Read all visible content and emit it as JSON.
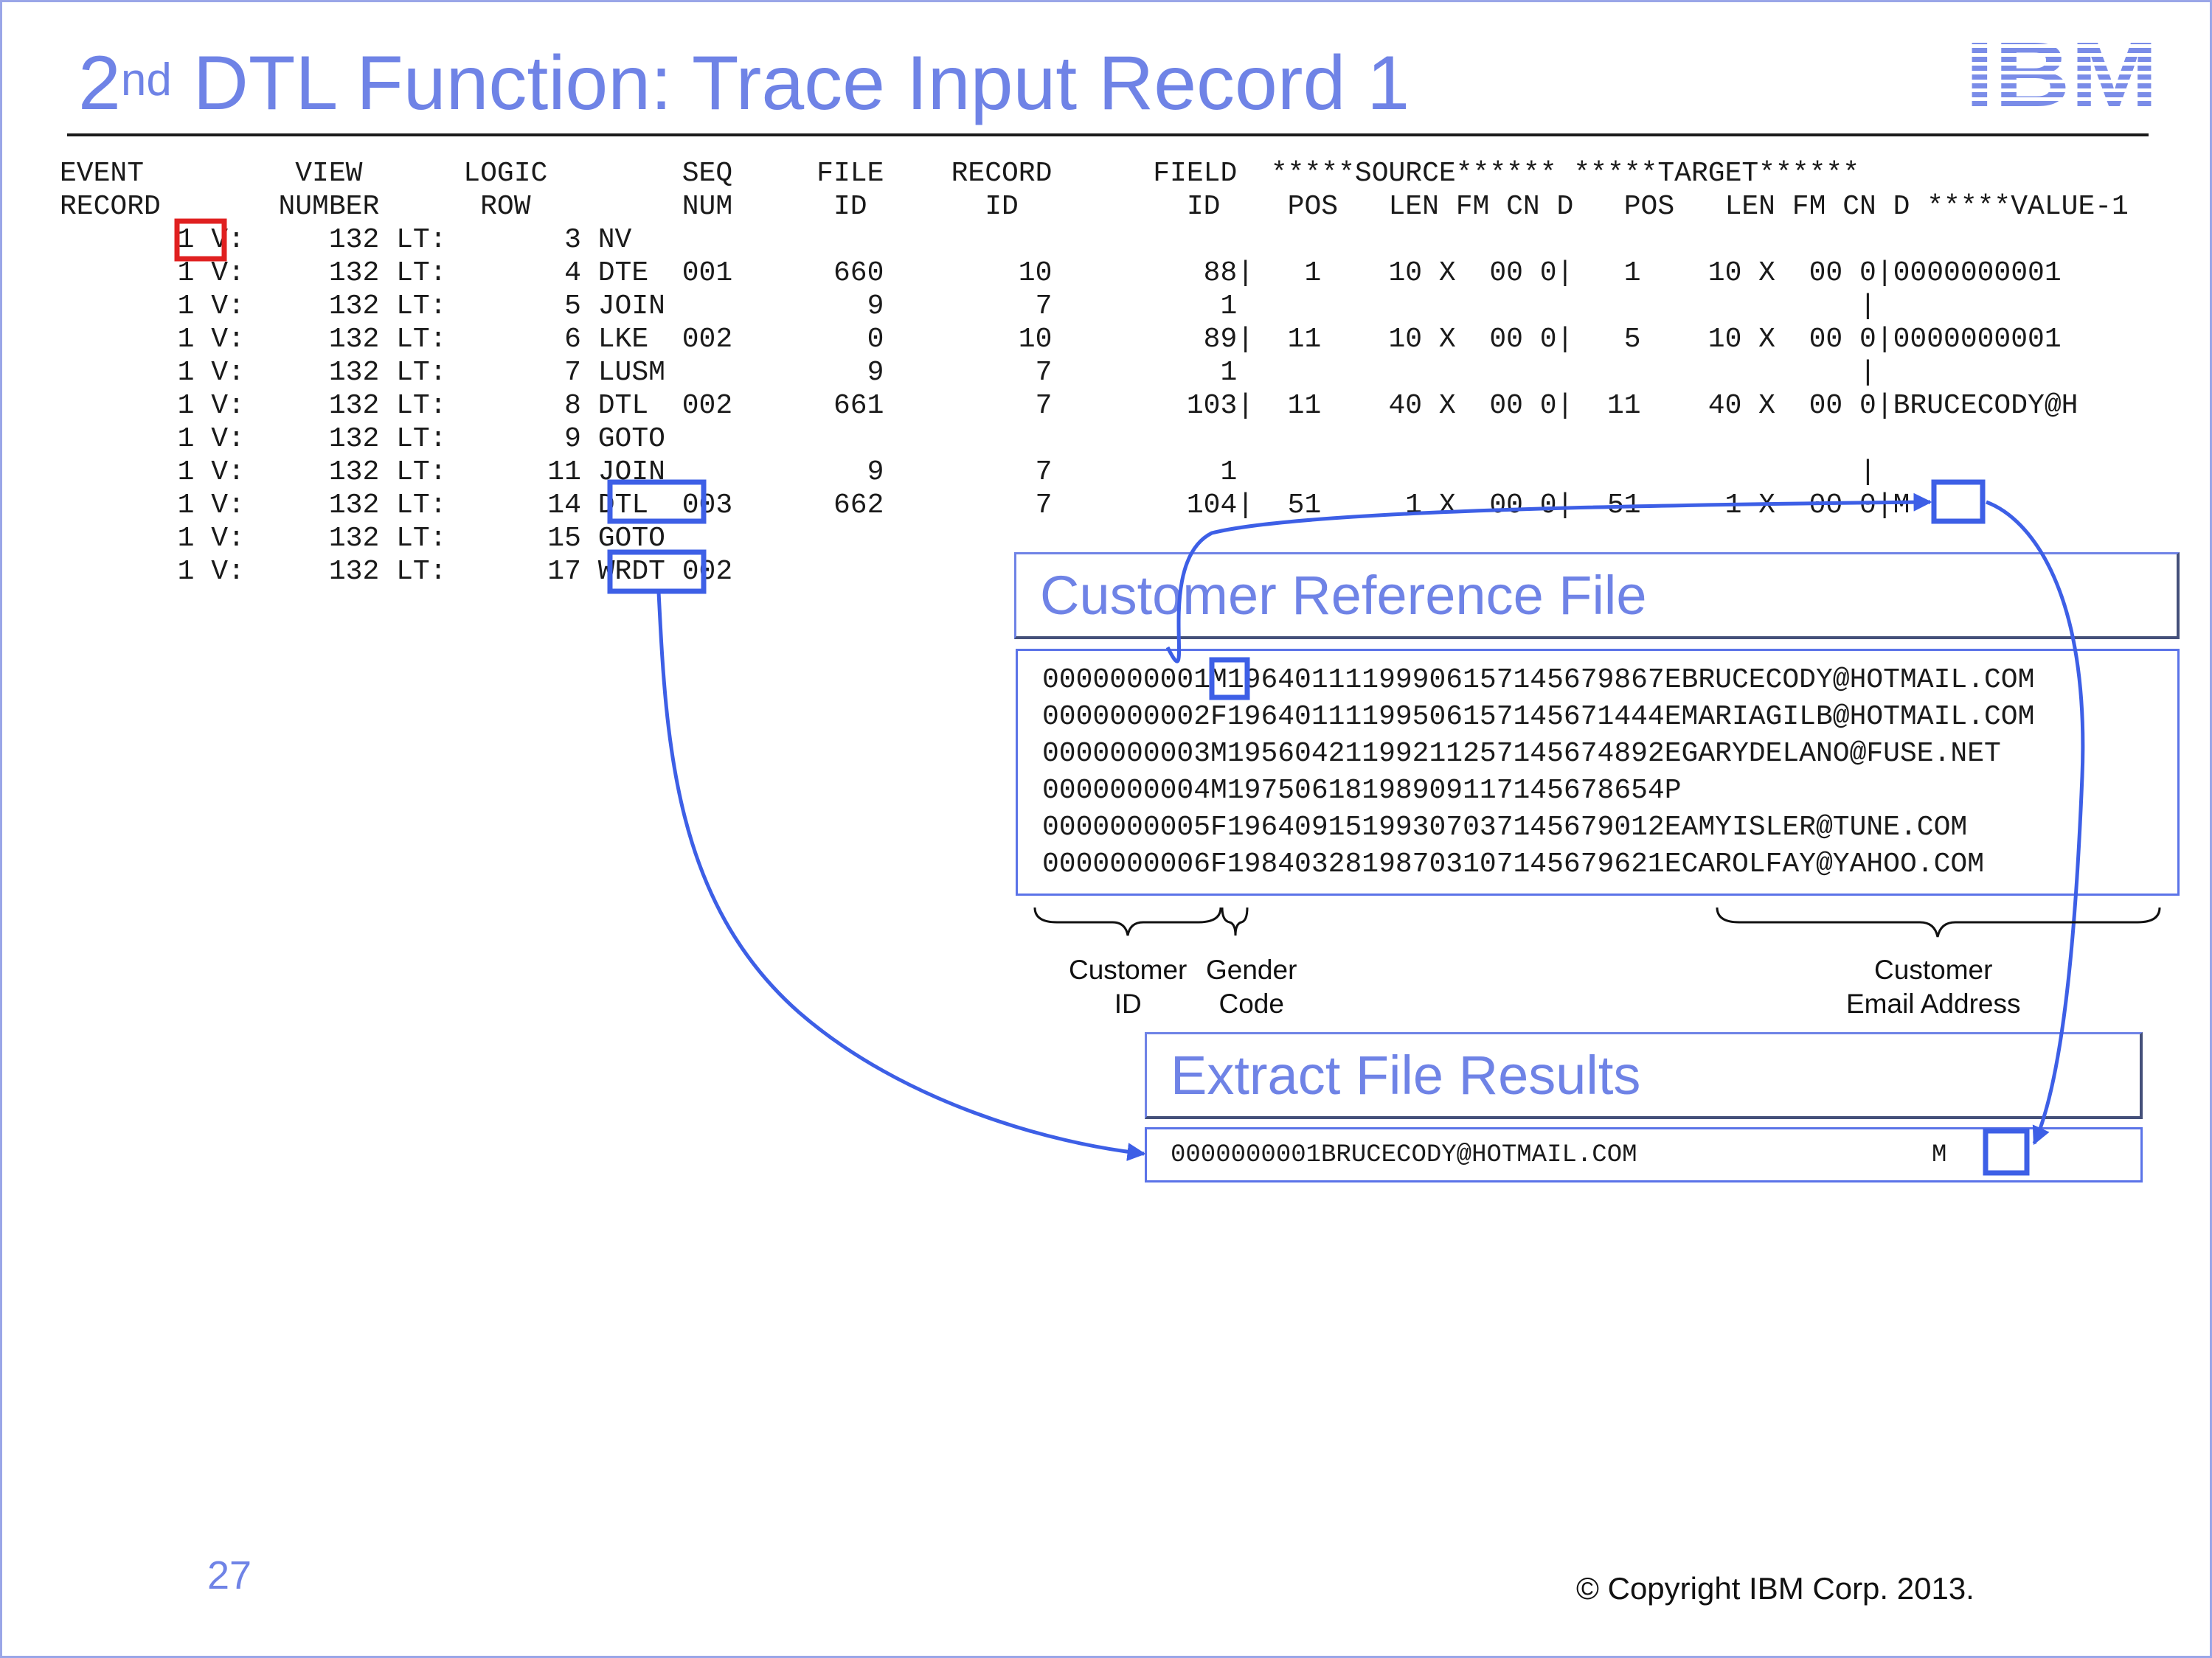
{
  "slide": {
    "title_pre": "2",
    "title_sup": "nd",
    "title_rest": " DTL Function: Trace Input Record 1",
    "logo_text": "IBM",
    "page_number": "27",
    "copyright": "© Copyright IBM Corp. 2013."
  },
  "trace": {
    "lines": [
      "EVENT         VIEW      LOGIC        SEQ     FILE    RECORD      FIELD  *****SOURCE****** *****TARGET******",
      "RECORD       NUMBER      ROW         NUM      ID       ID          ID    POS   LEN FM CN D   POS   LEN FM CN D *****VALUE-1",
      "       1 V:     132 LT:       3 NV",
      "       1 V:     132 LT:       4 DTE  001      660        10         88|   1    10 X  00 0|   1    10 X  00 0|0000000001",
      "       1 V:     132 LT:       5 JOIN            9         7          1                                     |",
      "       1 V:     132 LT:       6 LKE  002        0        10         89|  11    10 X  00 0|   5    10 X  00 0|0000000001",
      "       1 V:     132 LT:       7 LUSM            9         7          1                                     |",
      "       1 V:     132 LT:       8 DTL  002      661         7        103|  11    40 X  00 0|  11    40 X  00 0|BRUCECODY@H",
      "       1 V:     132 LT:       9 GOTO",
      "       1 V:     132 LT:      11 JOIN            9         7          1                                     |",
      "       1 V:     132 LT:      14 DTL  003      662         7        104|  51     1 X  00 0|  51     1 X  00 0|M",
      "       1 V:     132 LT:      15 GOTO",
      "       1 V:     132 LT:      17 WRDT 002"
    ]
  },
  "customer_reference": {
    "title": "Customer Reference File",
    "records": [
      "0000000001M19640111199906157145679867EBRUCECODY@HOTMAIL.COM",
      "0000000002F19640111199506157145671444EMARIAGILB@HOTMAIL.COM",
      "0000000003M19560421199211257145674892EGARYDELANO@FUSE.NET",
      "0000000004M19750618198909117145678654P",
      "0000000005F19640915199307037145679012EAMYISLER@TUNE.COM",
      "0000000006F19840328198703107145679621ECAROLFAY@YAHOO.COM"
    ],
    "labels": {
      "customer_id": "Customer\nID",
      "gender_code": "Gender\nCode",
      "email": "Customer\nEmail Address"
    }
  },
  "extract": {
    "title": "Extract File Results",
    "record_text": "0000000001BRUCECODY@HOTMAIL.COM",
    "gender_value": "M"
  },
  "colors": {
    "title": "#6f83e6",
    "highlight_blue": "#3d5fe6",
    "highlight_red": "#e02020",
    "text": "#1a1a1a"
  }
}
